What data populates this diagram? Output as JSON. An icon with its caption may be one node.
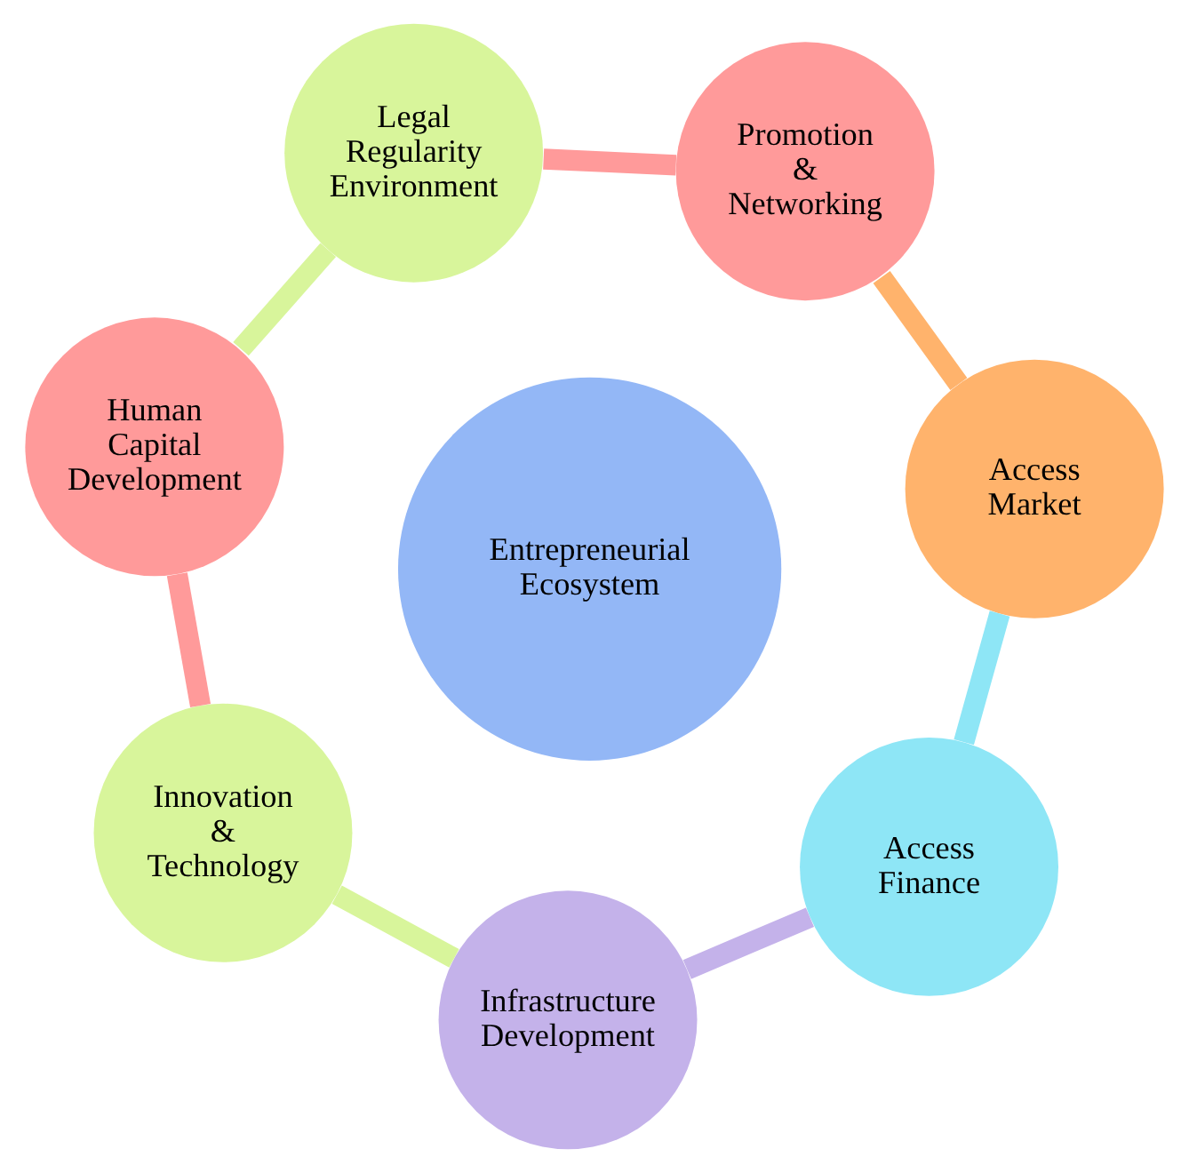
{
  "diagram": {
    "nodes": [
      {
        "text": [
          "Human Capital Development"
        ]
      },
      {
        "text": [
          "Legal Regularity Environment"
        ]
      },
      {
        "text": [
          "Innovation & Technology"
        ]
      },
      {
        "text": [
          "Entrepreneurial Ecosystem"
        ]
      },
      {
        "text": [
          "Promotion & Networking"
        ]
      },
      {
        "text": [
          "Infrastructure Development"
        ]
      },
      {
        "text": [
          "Access Market"
        ]
      },
      {
        "text": [
          "Access Finance"
        ]
      }
    ],
    "edges": [
      {
        "from": 0,
        "to": 2,
        "arrow": "none",
        "color": "#ff9a9a"
      },
      {
        "from": 2,
        "to": 5,
        "arrow": "none",
        "color": "#d8f59b"
      },
      {
        "from": 5,
        "to": 7,
        "arrow": "none",
        "color": "#c4b2ea"
      },
      {
        "from": 7,
        "to": 6,
        "arrow": "none",
        "color": "#8ee6f6"
      },
      {
        "from": 6,
        "to": 4,
        "arrow": "none",
        "color": "#ffb36c"
      },
      {
        "from": 4,
        "to": 1,
        "arrow": "none",
        "color": "#ff9a9a"
      },
      {
        "from": 1,
        "to": 0,
        "arrow": "none",
        "color": "#d8f59b"
      }
    ]
  }
}
